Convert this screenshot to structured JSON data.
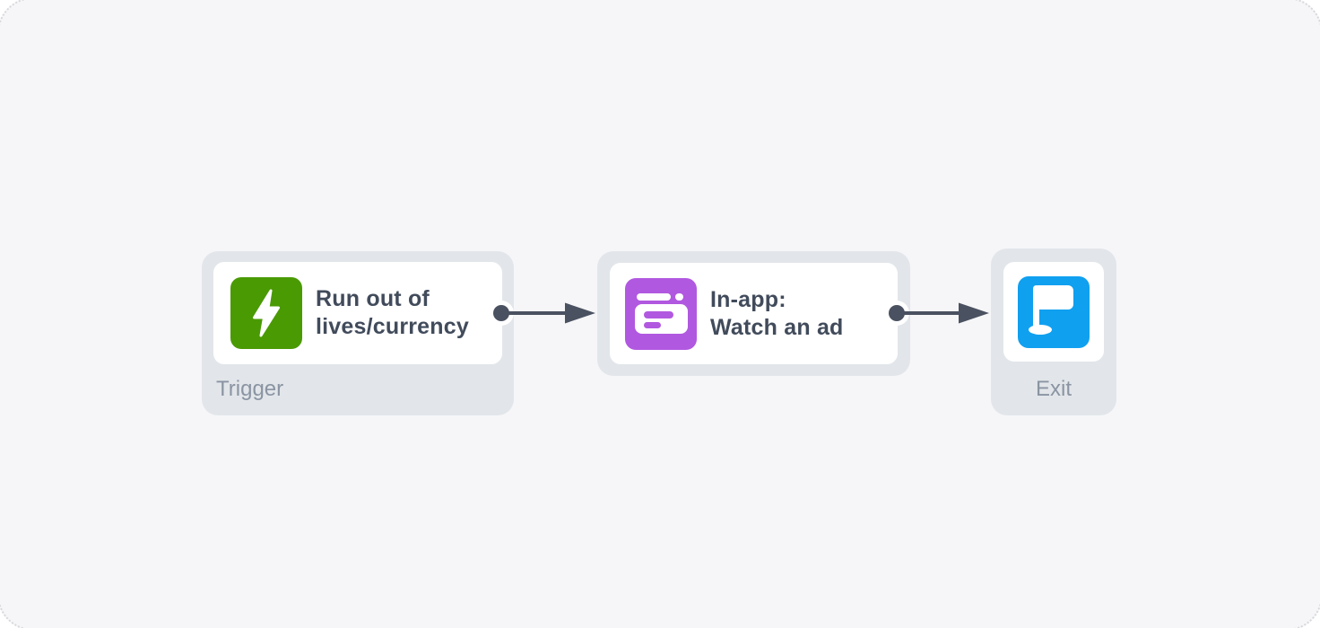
{
  "canvas": {
    "background": "#F6F6F8",
    "border_color": "#D7D8DC"
  },
  "colors": {
    "node_container": "#E2E6EA",
    "card": "#FFFFFF",
    "title_text": "#414B5B",
    "label_text": "#8A94A2",
    "connector": "#4A5160",
    "trigger_green": "#4A9A04",
    "action_purple": "#B158E0",
    "exit_blue": "#10A0F0",
    "icon_glyph": "#FFFFFF"
  },
  "flow": {
    "nodes": {
      "trigger": {
        "title_line1": "Run out of",
        "title_line2": "lives/currency",
        "label": "Trigger",
        "icon": "lightning-icon"
      },
      "action": {
        "title_line1": "In-app:",
        "title_line2": "Watch an ad",
        "icon": "ad-window-icon"
      },
      "exit": {
        "label": "Exit",
        "icon": "flag-icon"
      }
    },
    "connections": [
      {
        "from": "trigger",
        "to": "action"
      },
      {
        "from": "action",
        "to": "exit"
      }
    ]
  }
}
